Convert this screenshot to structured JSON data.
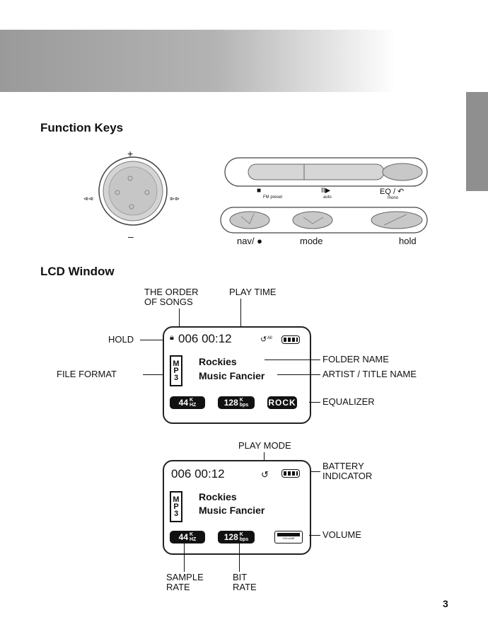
{
  "section_function_keys": "Function Keys",
  "section_lcd_window": "LCD Window",
  "keys": {
    "plus": "+",
    "minus": "–",
    "prev": "⧏⧏",
    "next": "⧐⧐",
    "stop_icon": "■",
    "fm_preset": "FM preset",
    "play_icon": "II▶",
    "auto": "auto",
    "eq": "EQ / ↶",
    "mono": "mono",
    "nav": "nav/ ●",
    "mode": "mode",
    "hold": "hold"
  },
  "diagram1": {
    "callout_order": "THE ORDER\nOF SONGS",
    "callout_play_time": "PLAY TIME",
    "callout_hold": "HOLD",
    "callout_file_format": "FILE FORMAT",
    "callout_folder_name": "FOLDER NAME",
    "callout_artist_title": "ARTIST / TITLE NAME",
    "callout_equalizer": "EQUALIZER",
    "track": "006 00:12",
    "folder": "Rockies",
    "artist": "Music Fancier",
    "mp3": [
      "M",
      "P",
      "3"
    ],
    "sample_rate_value": "44",
    "sample_rate_unit_top": "K",
    "sample_rate_unit_bottom": "HZ",
    "bit_rate_value": "128",
    "bit_rate_unit_top": "K",
    "bit_rate_unit_bottom": "bps",
    "eq_value": "ROCK",
    "play_mode_icon": "↺",
    "play_mode_text": "All"
  },
  "diagram2": {
    "callout_play_mode": "PLAY MODE",
    "callout_battery": "BATTERY\nINDICATOR",
    "callout_volume": "VOLUME",
    "callout_sample_rate": "SAMPLE\nRATE",
    "callout_bit_rate": "BIT\nRATE",
    "track": "006 00:12",
    "folder": "Rockies",
    "artist": "Music Fancier",
    "mp3": [
      "M",
      "P",
      "3"
    ],
    "sample_rate_value": "44",
    "sample_rate_unit_top": "K",
    "sample_rate_unit_bottom": "HZ",
    "bit_rate_value": "128",
    "bit_rate_unit_top": "K",
    "bit_rate_unit_bottom": "bps",
    "volume_label": "VOLUME",
    "play_mode_icon": "↺"
  },
  "page_number": "3"
}
